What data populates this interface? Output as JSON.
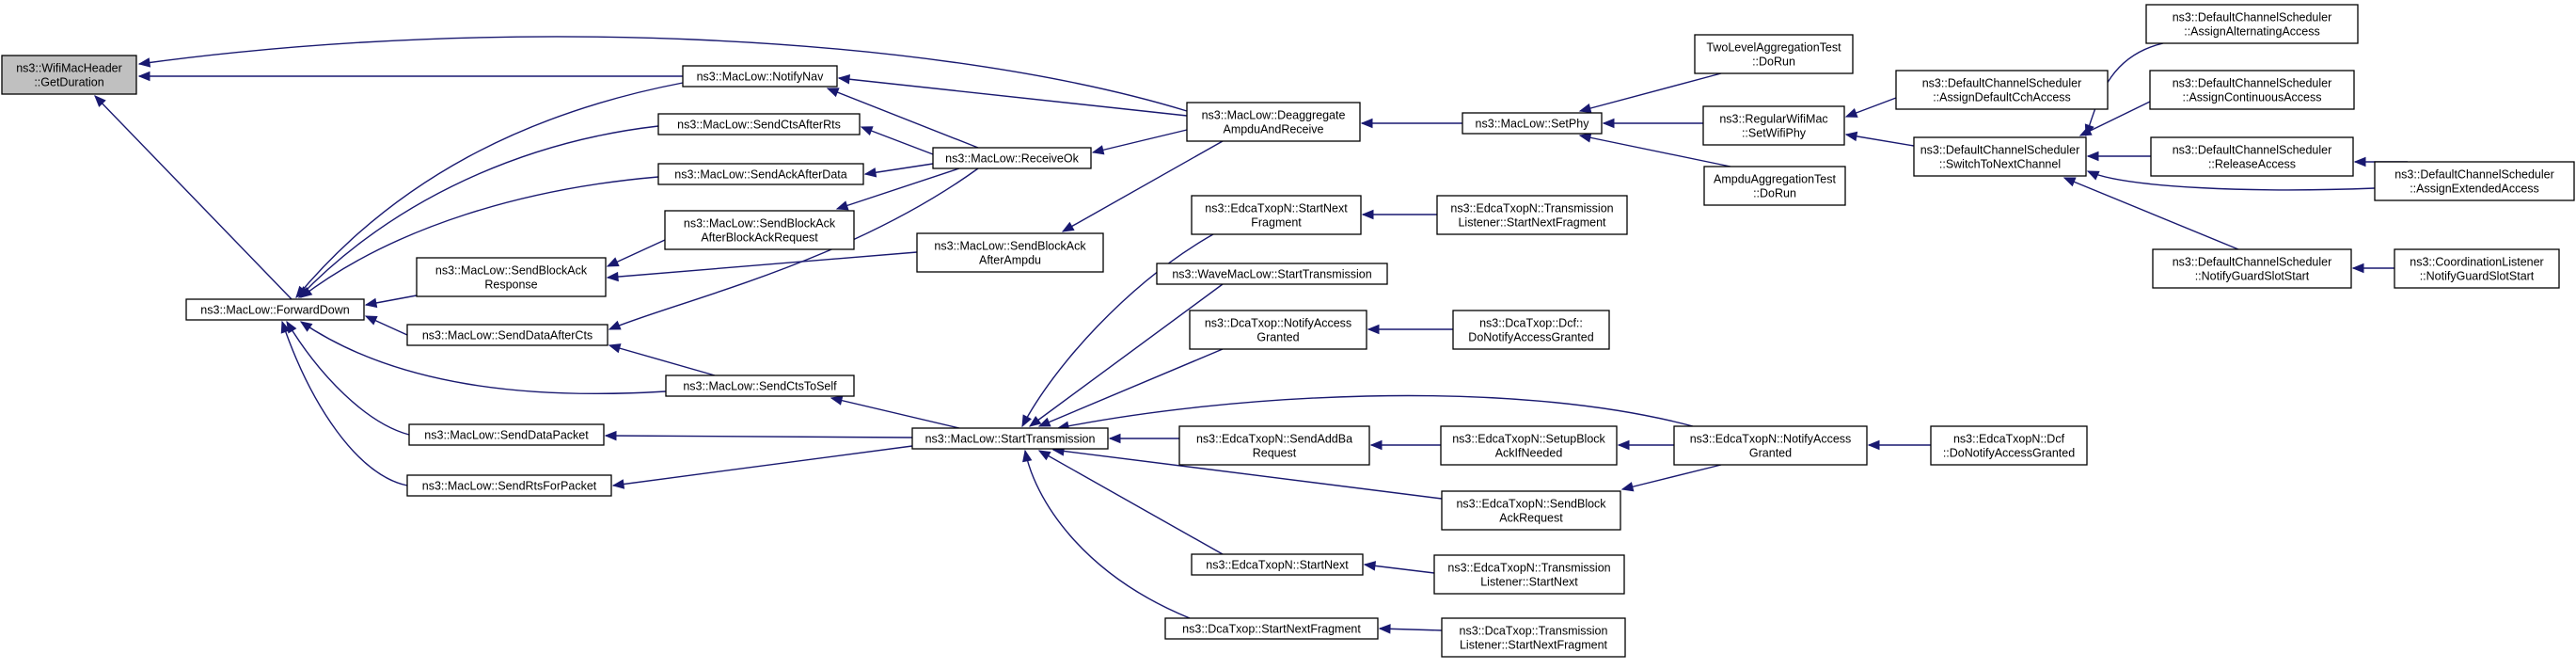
{
  "colors": {
    "edge": "#191970",
    "node_border": "#000000",
    "node_fill": "#ffffff",
    "root_fill": "#c0c0c0",
    "background": "#ffffff"
  },
  "nodes": {
    "wifimacheader_getduration": [
      "ns3::WifiMacHeader",
      "::GetDuration"
    ],
    "maclow_forwarddown": [
      "ns3::MacLow::ForwardDown"
    ],
    "maclow_notifynav": [
      "ns3::MacLow::NotifyNav"
    ],
    "maclow_sendctsafterrts": [
      "ns3::MacLow::SendCtsAfterRts"
    ],
    "maclow_sendackafterdata": [
      "ns3::MacLow::SendAckAfterData"
    ],
    "maclow_sendblockackafterblockackrequest": [
      "ns3::MacLow::SendBlockAck",
      "AfterBlockAckRequest"
    ],
    "maclow_sendblockackresponse": [
      "ns3::MacLow::SendBlockAck",
      "Response"
    ],
    "maclow_senddataafterCts": [
      "ns3::MacLow::SendDataAfterCts"
    ],
    "maclow_sendctstoself": [
      "ns3::MacLow::SendCtsToSelf"
    ],
    "maclow_senddatapacket": [
      "ns3::MacLow::SendDataPacket"
    ],
    "maclow_sendrtsforpacket": [
      "ns3::MacLow::SendRtsForPacket"
    ],
    "maclow_receiveok": [
      "ns3::MacLow::ReceiveOk"
    ],
    "maclow_sendblockackafterampdu": [
      "ns3::MacLow::SendBlockAck",
      "AfterAmpdu"
    ],
    "maclow_starttransmission": [
      "ns3::MacLow::StartTransmission"
    ],
    "maclow_deaggregateampduandreceive": [
      "ns3::MacLow::Deaggregate",
      "AmpduAndReceive"
    ],
    "maclow_setphy": [
      "ns3::MacLow::SetPhy"
    ],
    "twolevelaggregationtest_dorun": [
      "TwoLevelAggregationTest",
      "::DoRun"
    ],
    "regularwifimac_setwifiphy": [
      "ns3::RegularWifiMac",
      "::SetWifiPhy"
    ],
    "ampduaggregationtest_dorun": [
      "AmpduAggregationTest",
      "::DoRun"
    ],
    "dcs_assigndefaultcchaccess": [
      "ns3::DefaultChannelScheduler",
      "::AssignDefaultCchAccess"
    ],
    "dcs_switchtonextchannel": [
      "ns3::DefaultChannelScheduler",
      "::SwitchToNextChannel"
    ],
    "dcs_assignalternatingaccess": [
      "ns3::DefaultChannelScheduler",
      "::AssignAlternatingAccess"
    ],
    "dcs_assigncontinuousaccess": [
      "ns3::DefaultChannelScheduler",
      "::AssignContinuousAccess"
    ],
    "dcs_releaseaccess": [
      "ns3::DefaultChannelScheduler",
      "::ReleaseAccess"
    ],
    "dcs_assignextendedaccess": [
      "ns3::DefaultChannelScheduler",
      "::AssignExtendedAccess"
    ],
    "dcs_notifyguardslotstart": [
      "ns3::DefaultChannelScheduler",
      "::NotifyGuardSlotStart"
    ],
    "coordinationlistener_notifyguardslotstart": [
      "ns3::CoordinationListener",
      "::NotifyGuardSlotStart"
    ],
    "edcatxopn_startnextfragment": [
      "ns3::EdcaTxopN::StartNext",
      "Fragment"
    ],
    "edcatxopn_tl_startnextfragment": [
      "ns3::EdcaTxopN::Transmission",
      "Listener::StartNextFragment"
    ],
    "wavemaclow_starttransmission": [
      "ns3::WaveMacLow::StartTransmission"
    ],
    "dcatxop_notifyaccessgranted": [
      "ns3::DcaTxop::NotifyAccess",
      "Granted"
    ],
    "dcatxop_dcf_donotifyaccessgranted": [
      "ns3::DcaTxop::Dcf::",
      "DoNotifyAccessGranted"
    ],
    "edcatxopn_sendaddbarequest": [
      "ns3::EdcaTxopN::SendAddBa",
      "Request"
    ],
    "edcatxopn_setupblockackifneeded": [
      "ns3::EdcaTxopN::SetupBlock",
      "AckIfNeeded"
    ],
    "edcatxopn_notifyaccessgranted": [
      "ns3::EdcaTxopN::NotifyAccess",
      "Granted"
    ],
    "edcatxopn_dcf_donotifyaccessgranted": [
      "ns3::EdcaTxopN::Dcf",
      "::DoNotifyAccessGranted"
    ],
    "edcatxopn_sendblockackrequest": [
      "ns3::EdcaTxopN::SendBlock",
      "AckRequest"
    ],
    "edcatxopn_startnext": [
      "ns3::EdcaTxopN::StartNext"
    ],
    "edcatxopn_tl_startnext": [
      "ns3::EdcaTxopN::Transmission",
      "Listener::StartNext"
    ],
    "dcatxop_startnextfragment": [
      "ns3::DcaTxop::StartNextFragment"
    ],
    "dcatxop_tl_startnextfragment": [
      "ns3::DcaTxop::Transmission",
      "Listener::StartNextFragment"
    ]
  }
}
